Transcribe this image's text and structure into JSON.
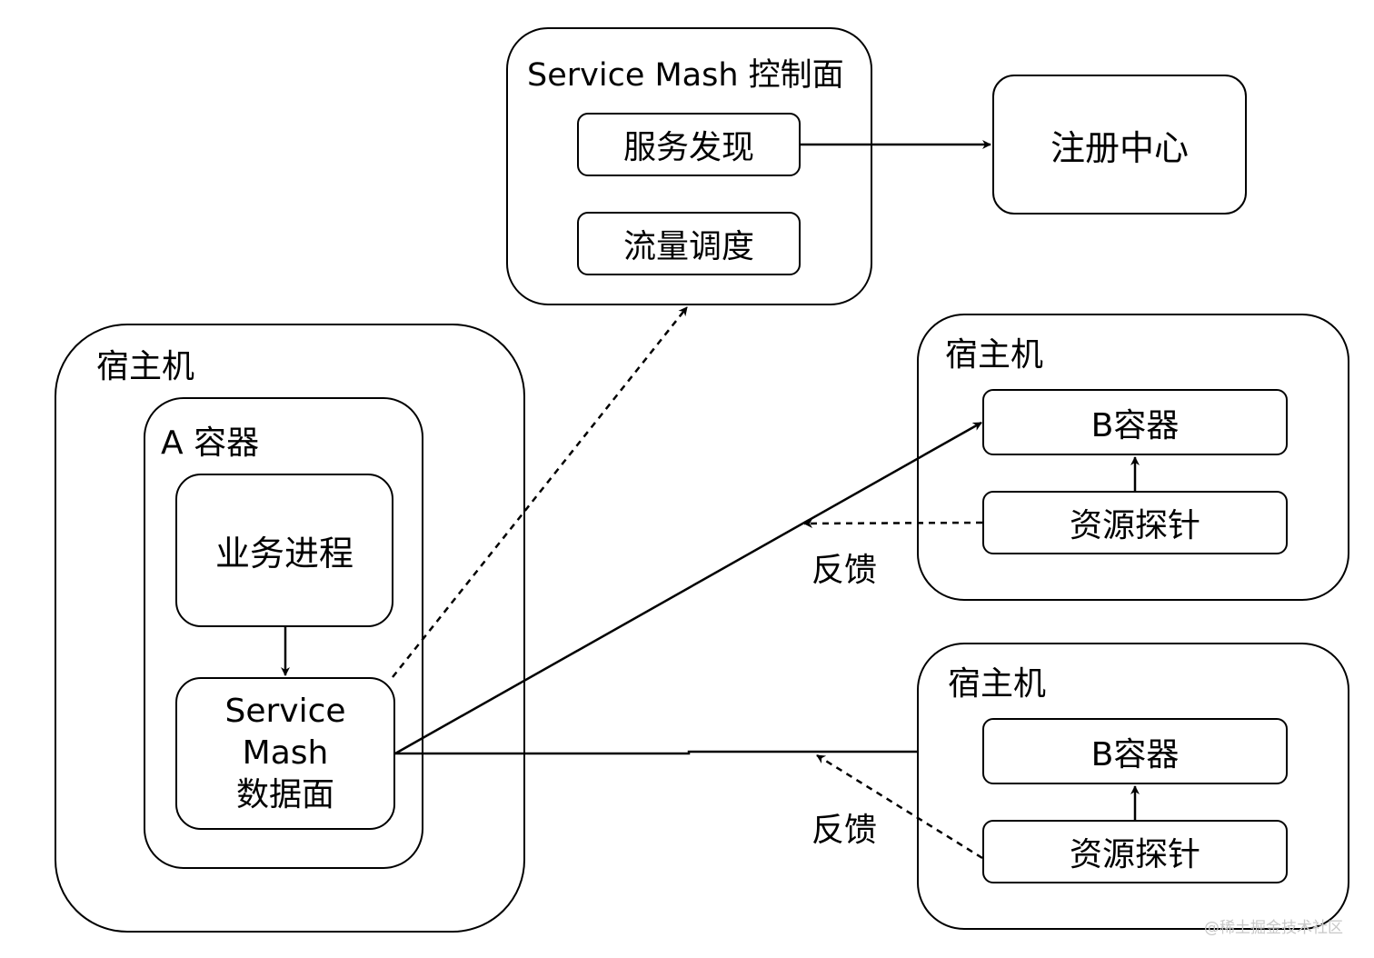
{
  "control_plane": {
    "title": "Service Mash 控制面",
    "service_discovery": "服务发现",
    "traffic_scheduling": "流量调度"
  },
  "registry": {
    "label": "注册中心"
  },
  "host_a": {
    "title": "宿主机",
    "container": {
      "title": "A 容器",
      "business_process": "业务进程",
      "data_plane_lines": [
        "Service",
        "Mash",
        "数据面"
      ]
    }
  },
  "host_b1": {
    "title": "宿主机",
    "container": "B容器",
    "probe": "资源探针",
    "feedback": "反馈"
  },
  "host_b2": {
    "title": "宿主机",
    "container": "B容器",
    "probe": "资源探针",
    "feedback": "反馈"
  },
  "watermark": "@稀土掘金技术社区"
}
